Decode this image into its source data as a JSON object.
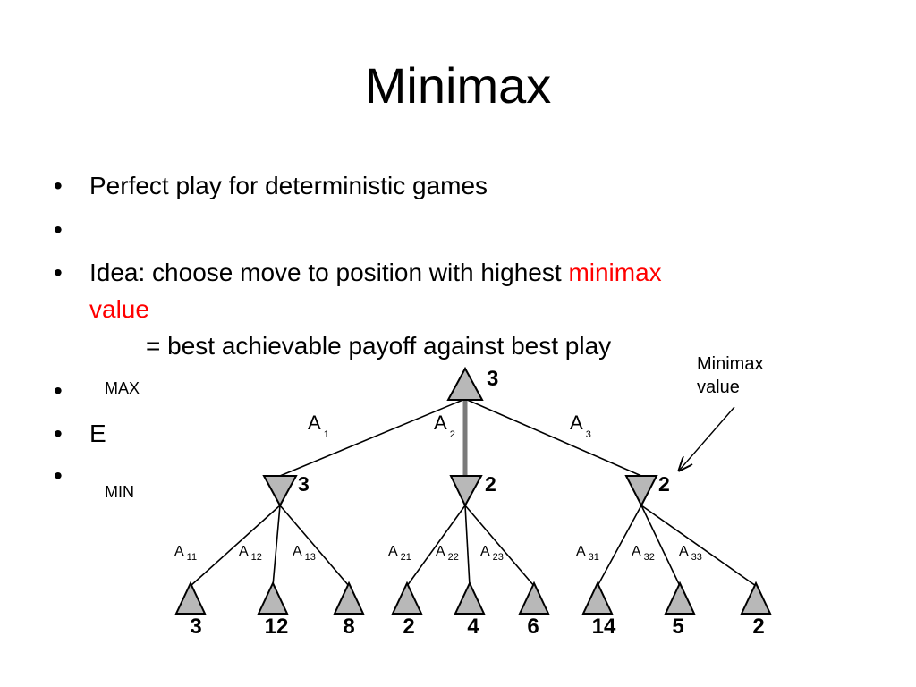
{
  "title": "Minimax",
  "bullets": [
    {
      "text": "Perfect play for deterministic games"
    },
    {
      "text": ""
    },
    {
      "text": "Idea: choose move to position with highest ",
      "highlight": "minimax",
      "highlight_cont": "value",
      "line3": "= best achievable payoff against best play"
    },
    {
      "text": "E"
    },
    {
      "text": ""
    }
  ],
  "bullet_symbol": "•",
  "row_labels": {
    "max": "MAX",
    "min": "MIN"
  },
  "annotation": {
    "line1": "Minimax",
    "line2": "value"
  },
  "tree": {
    "root": {
      "value": "3",
      "type": "max"
    },
    "moves": [
      {
        "label": "A",
        "sub": "1",
        "value": "3",
        "children": [
          {
            "label": "A",
            "sub": "11",
            "value": "3"
          },
          {
            "label": "A",
            "sub": "12",
            "value": "12"
          },
          {
            "label": "A",
            "sub": "13",
            "value": "8"
          }
        ]
      },
      {
        "label": "A",
        "sub": "2",
        "value": "2",
        "children": [
          {
            "label": "A",
            "sub": "21",
            "value": "2"
          },
          {
            "label": "A",
            "sub": "22",
            "value": "4"
          },
          {
            "label": "A",
            "sub": "23",
            "value": "6"
          }
        ]
      },
      {
        "label": "A",
        "sub": "3",
        "value": "2",
        "children": [
          {
            "label": "A",
            "sub": "31",
            "value": "14"
          },
          {
            "label": "A",
            "sub": "32",
            "value": "5"
          },
          {
            "label": "A",
            "sub": "33",
            "value": "2"
          }
        ]
      }
    ]
  },
  "colors": {
    "highlight": "#ff0000",
    "node_fill": "#b8b8b8",
    "main_edge": "#7a7a7a"
  }
}
